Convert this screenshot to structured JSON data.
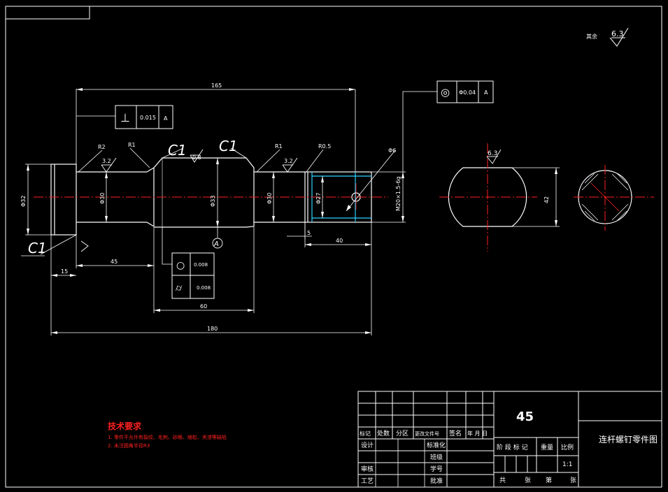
{
  "part": {
    "roughness_other": "其余",
    "roughness_other_value": "6.3",
    "roughness_section": "6.3",
    "roughness_values": [
      "3.2",
      "0.8",
      "3.2"
    ],
    "chamfers": [
      "C1",
      "C1",
      "C1"
    ],
    "fillets": [
      "R2",
      "R1",
      "R1",
      "R0.5"
    ],
    "hole_dia": "Φ6",
    "thread_spec": "M20×1.5-6g",
    "datum": "A"
  },
  "tolerance_frames": {
    "top_left": {
      "symbol": "⊥",
      "value": "0.015",
      "datum": "A"
    },
    "top_right": {
      "symbol": "◎",
      "value": "Φ0.04",
      "datum": "A"
    },
    "lower_1": {
      "symbol": "○",
      "value": "0.008"
    },
    "lower_2": {
      "symbol": "⌭",
      "value": "0.008"
    }
  },
  "dimensions": {
    "top_length": "165",
    "bottom_length": "180",
    "mid_length": "60",
    "length_45": "45",
    "length_15": "15",
    "length_5": "5",
    "length_40": "40",
    "dia_left": "Φ32",
    "dia_neck": "Φ30",
    "dia_main": "Φ33",
    "dia_mid": "Φ30",
    "dia_right": "Φ27",
    "section_width": "42"
  },
  "notes": {
    "title": "技术要求",
    "items": [
      "1. 零件不允许有裂纹、毛刺、砂眼、缩松、夹渣等缺陷",
      "2. 未注圆角半径R3"
    ]
  },
  "title_block": {
    "material": "45",
    "drawing_name": "连杆螺钉零件图",
    "scale": "1:1",
    "rev_headers": [
      "标记",
      "处数",
      "分区",
      "更改文件号",
      "签名",
      "年 月 日"
    ],
    "labels": {
      "design": "设计",
      "standardization": "标准化",
      "class": "班级",
      "review": "审核",
      "student_no": "学号",
      "process": "工艺",
      "approve": "批准"
    },
    "stage_headers": [
      "阶 段 标 记",
      "重量",
      "比例"
    ],
    "sheets": [
      "共",
      "张",
      "第",
      "张"
    ]
  }
}
